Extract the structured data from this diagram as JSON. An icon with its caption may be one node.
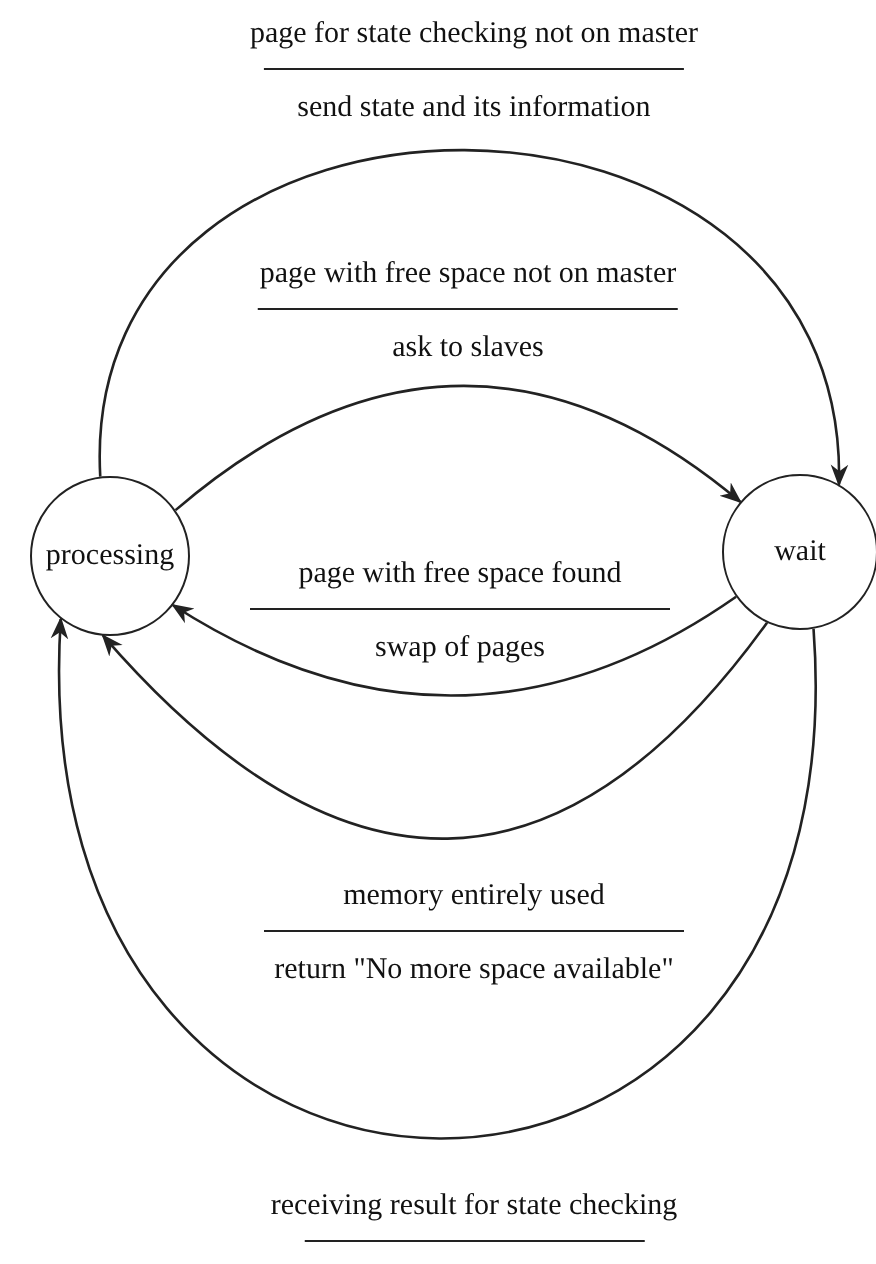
{
  "diagram": {
    "nodes": [
      {
        "text": [
          "processing"
        ]
      },
      {
        "text": [
          "wait"
        ]
      }
    ],
    "edges": [
      {
        "from": 0,
        "to": 1,
        "arrow": "to",
        "label": [
          "page for state checking not on master",
          "send state and its information"
        ]
      },
      {
        "from": 0,
        "to": 1,
        "arrow": "to",
        "label": [
          "page with free space not on master",
          "ask to slaves"
        ]
      },
      {
        "from": 1,
        "to": 0,
        "arrow": "to",
        "label": [
          "page with free space found",
          "swap of pages"
        ]
      },
      {
        "from": 1,
        "to": 0,
        "arrow": "to",
        "label": [
          "memory entirely used",
          "return \"No more space available\""
        ]
      },
      {
        "from": 1,
        "to": 0,
        "arrow": "to",
        "label": [
          "receiving result for state checking"
        ]
      }
    ]
  }
}
